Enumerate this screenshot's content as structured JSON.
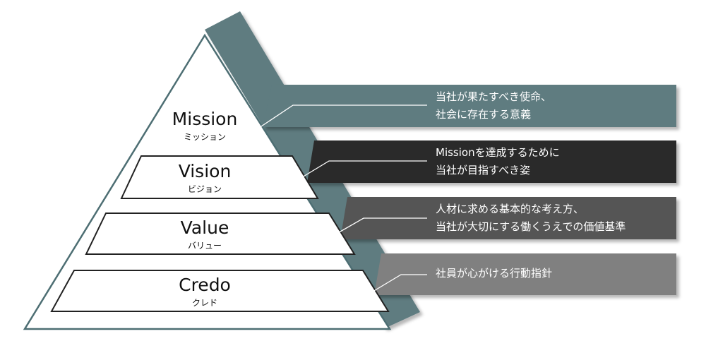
{
  "colors": {
    "mission_band": "#5e7b80",
    "vision_band": "#2b2b2b",
    "value_band": "#545454",
    "credo_band": "#808080",
    "teal_ribbon": "#5e7b80",
    "pyramid_border": "#4d6e73",
    "text_dark": "#111111",
    "text_light": "#ffffff"
  },
  "tiers": {
    "mission": {
      "title": "Mission",
      "subtitle": "ミッション",
      "desc_line1": "当社が果たすべき使命、",
      "desc_line2": "社会に存在する意義"
    },
    "vision": {
      "title": "Vision",
      "subtitle": "ビジョン",
      "desc_line1": "Missionを達成するために",
      "desc_line2": "当社が目指すべき姿"
    },
    "value": {
      "title": "Value",
      "subtitle": "バリュー",
      "desc_line1": "人材に求める基本的な考え方、",
      "desc_line2": "当社が大切にする働くうえでの価値基準"
    },
    "credo": {
      "title": "Credo",
      "subtitle": "クレド",
      "desc_line1": "社員が心がける行動指針"
    }
  }
}
